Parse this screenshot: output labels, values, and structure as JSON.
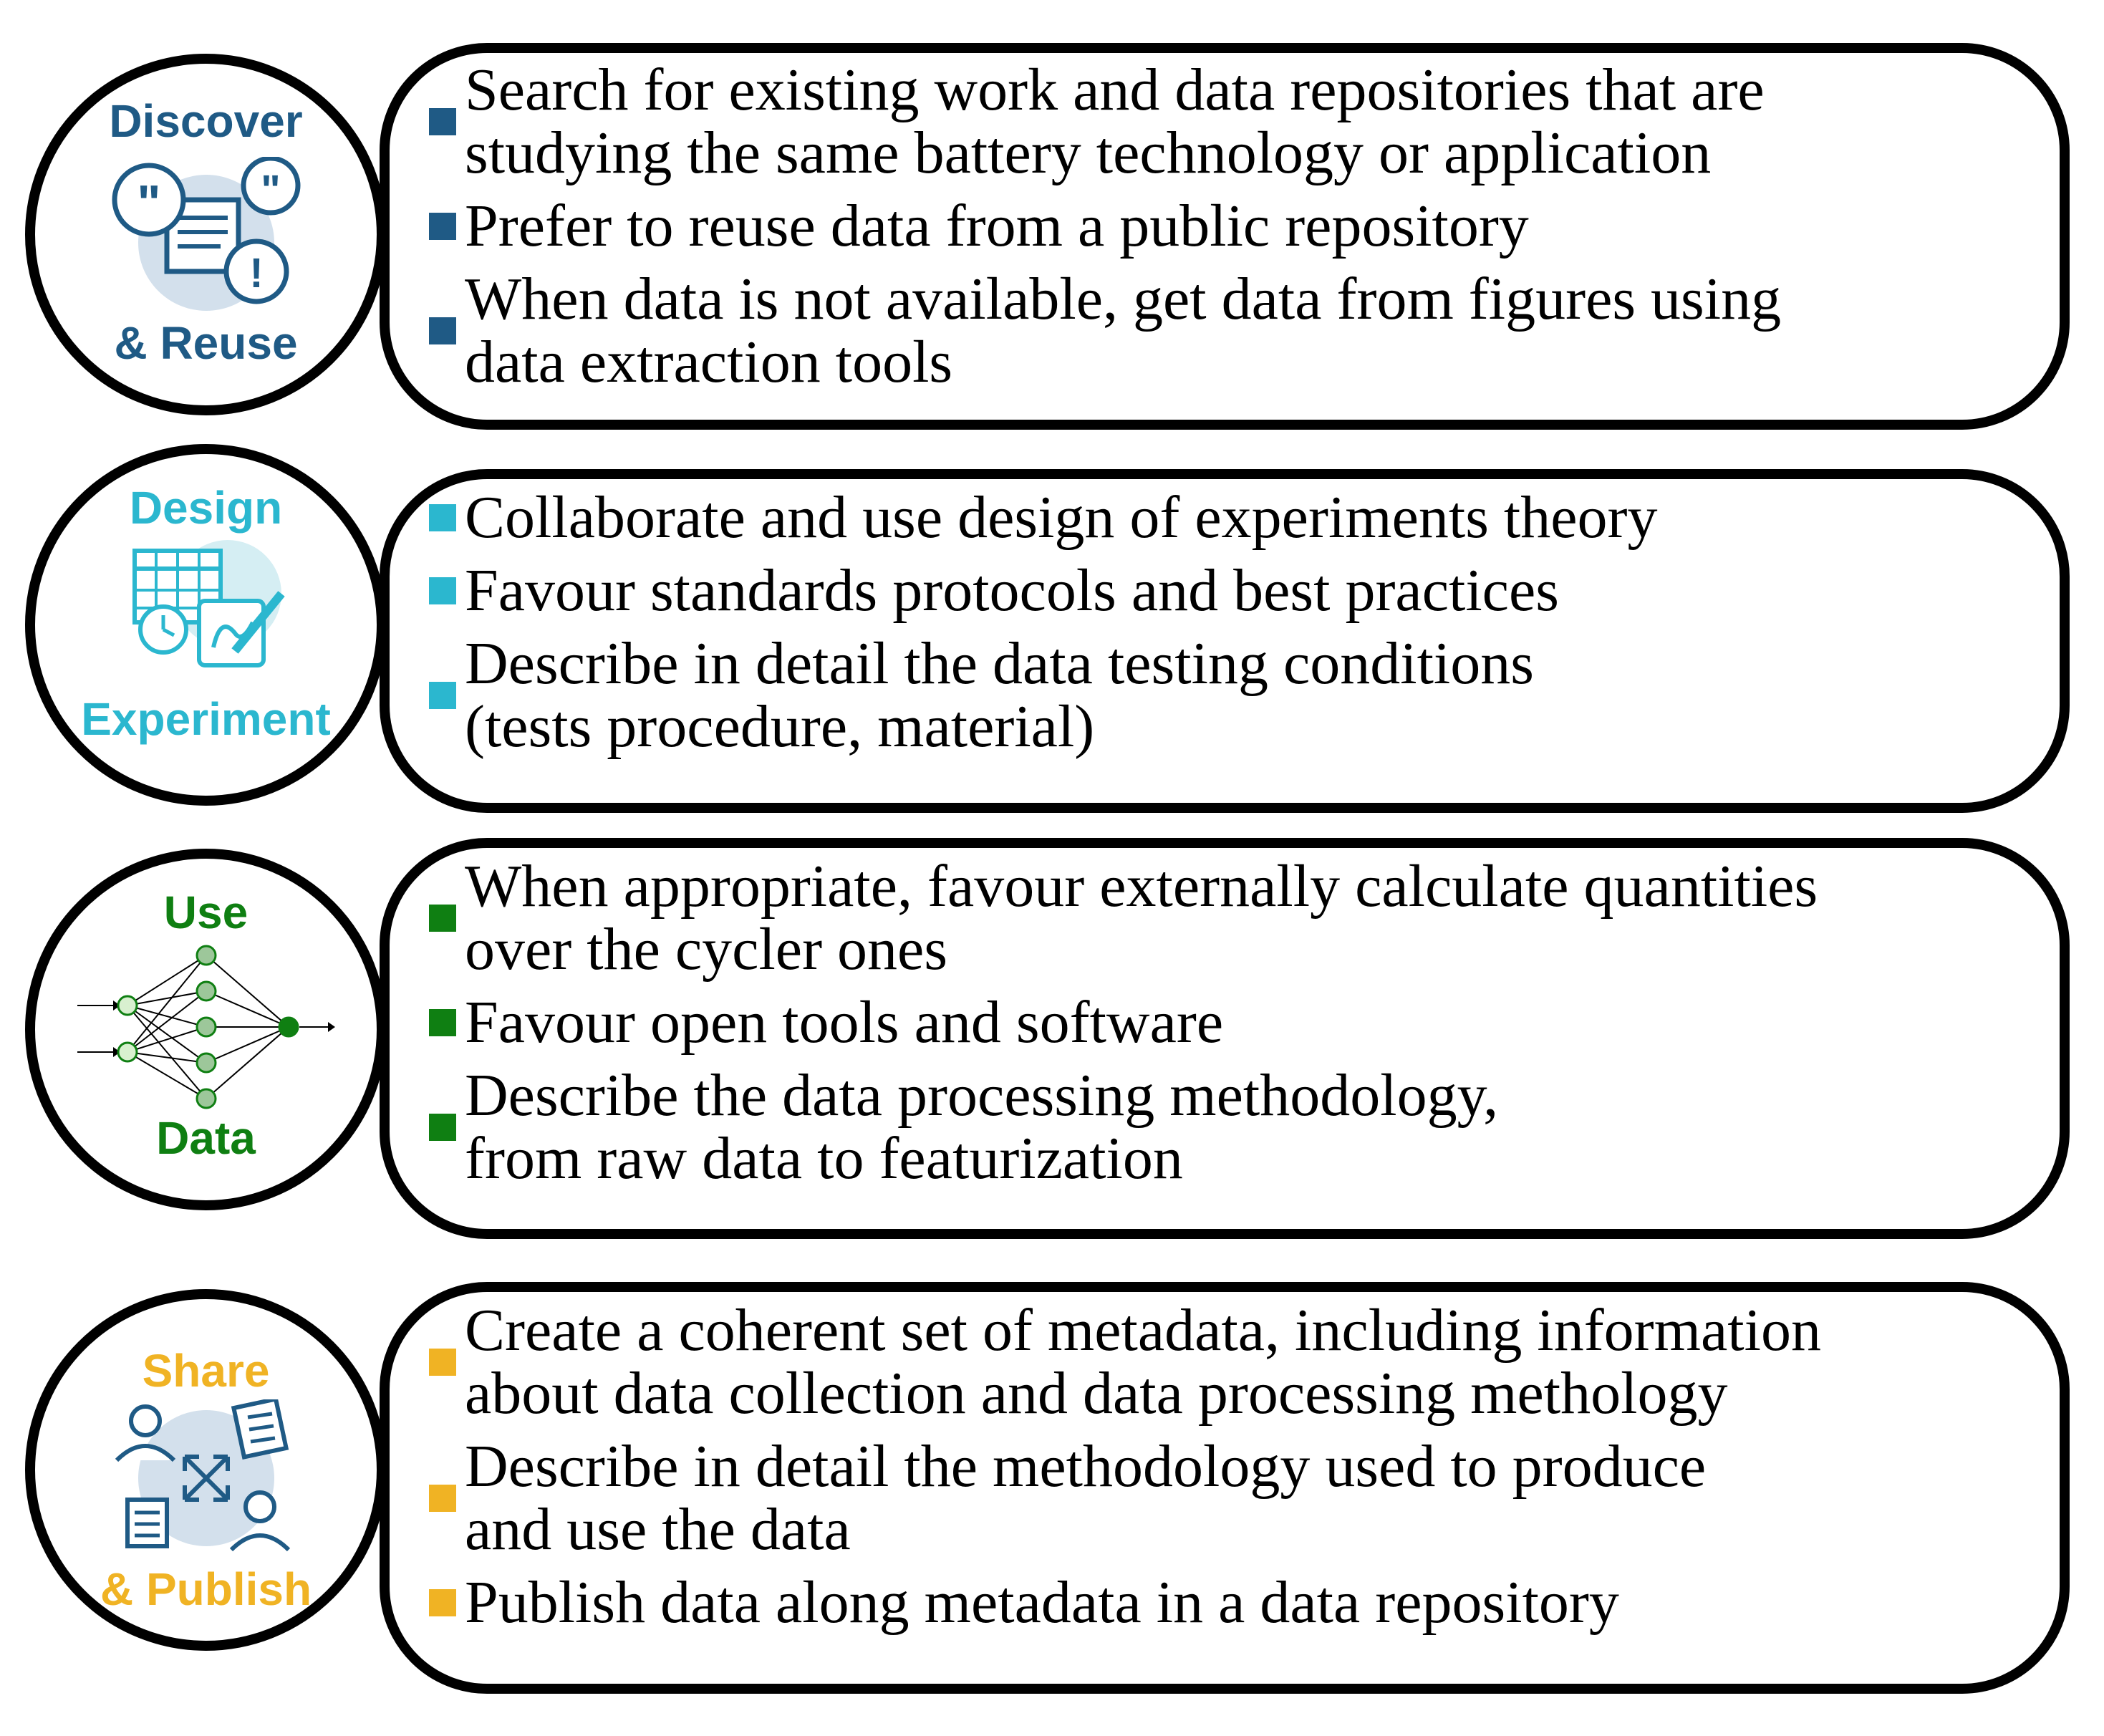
{
  "stages": [
    {
      "id": "discover",
      "color": "#1f5a85",
      "icon": "discussion-icon",
      "label_top": "Discover",
      "label_bottom": "& Reuse",
      "items": [
        "Search for existing work and data repositories that are\nstudying the same battery technology or application",
        "Prefer to reuse data from a public repository",
        "When data is not available, get data from figures using\n data extraction tools"
      ]
    },
    {
      "id": "design",
      "color": "#2bb7cf",
      "icon": "calendar-edit-icon",
      "label_top": "Design",
      "label_bottom": "Experiment",
      "items": [
        "Collaborate and use design of experiments theory",
        "Favour standards protocols and best practices",
        "Describe in detail the data testing conditions\n(tests procedure, material)"
      ]
    },
    {
      "id": "use",
      "color": "#0f7f12",
      "icon": "neural-network-icon",
      "label_top": "Use",
      "label_bottom": "Data",
      "items": [
        "When appropriate, favour externally calculate quantities\nover the cycler ones",
        "Favour open tools and software",
        "Describe the data processing methodology,\nfrom raw data to featurization"
      ]
    },
    {
      "id": "share",
      "color": "#f0b324",
      "icon": "share-network-icon",
      "label_top": "Share",
      "label_bottom": "& Publish",
      "items": [
        "Create a coherent set of metadata, including information\n about data collection and data processing methology",
        "Describe in detail the methodology used to produce\nand use the data",
        "Publish data along metadata in a data repository"
      ]
    }
  ]
}
